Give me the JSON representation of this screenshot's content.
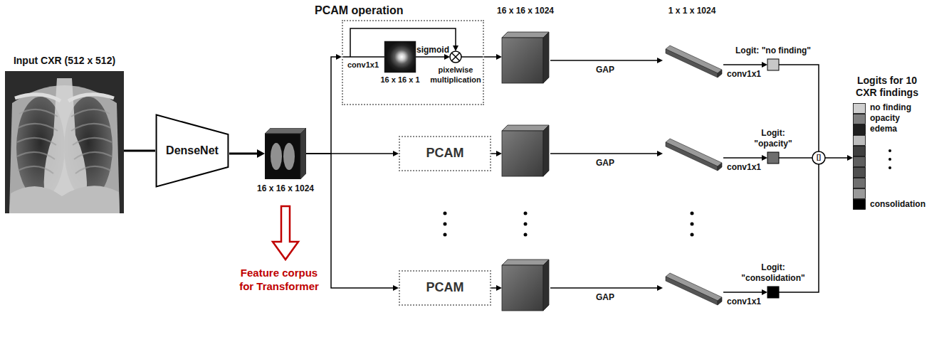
{
  "diagram": {
    "nodes": [
      {
        "text": [
          "Input CXR (512 x 512)"
        ]
      },
      {
        "text": [
          "DenseNet"
        ]
      },
      {
        "text": [
          "16 x 16 x 1024"
        ]
      },
      {
        "text": [
          "PCAM operation"
        ]
      },
      {
        "text": [
          "PCAM"
        ]
      },
      {
        "text": [
          "PCAM"
        ]
      },
      {
        "text": [
          "Logits for 10 CXR findings"
        ]
      }
    ],
    "edges": [
      {
        "from": 0,
        "to": 1,
        "arrow": "none"
      },
      {
        "from": 1,
        "to": 2,
        "arrow": "to"
      },
      {
        "from": 2,
        "to": 3,
        "arrow": "to"
      },
      {
        "from": 2,
        "to": 4,
        "arrow": "to"
      },
      {
        "from": 2,
        "to": 5,
        "arrow": "to"
      }
    ],
    "labels": [
      "conv1x1",
      "16 x 16 x 1",
      "sigmoid",
      "pixelwise multiplication",
      "Feature corpus for Transformer",
      "16 x 16 x 1024",
      "1 x 1 x 1024",
      "GAP",
      "GAP",
      "GAP",
      "conv1x1",
      "conv1x1",
      "conv1x1",
      "Logit: \"no finding\"",
      "Logit: \"opacity\"",
      "Logit: \"consolidation\"",
      "[]",
      "no finding",
      "opacity",
      "edema",
      "consolidation"
    ]
  }
}
